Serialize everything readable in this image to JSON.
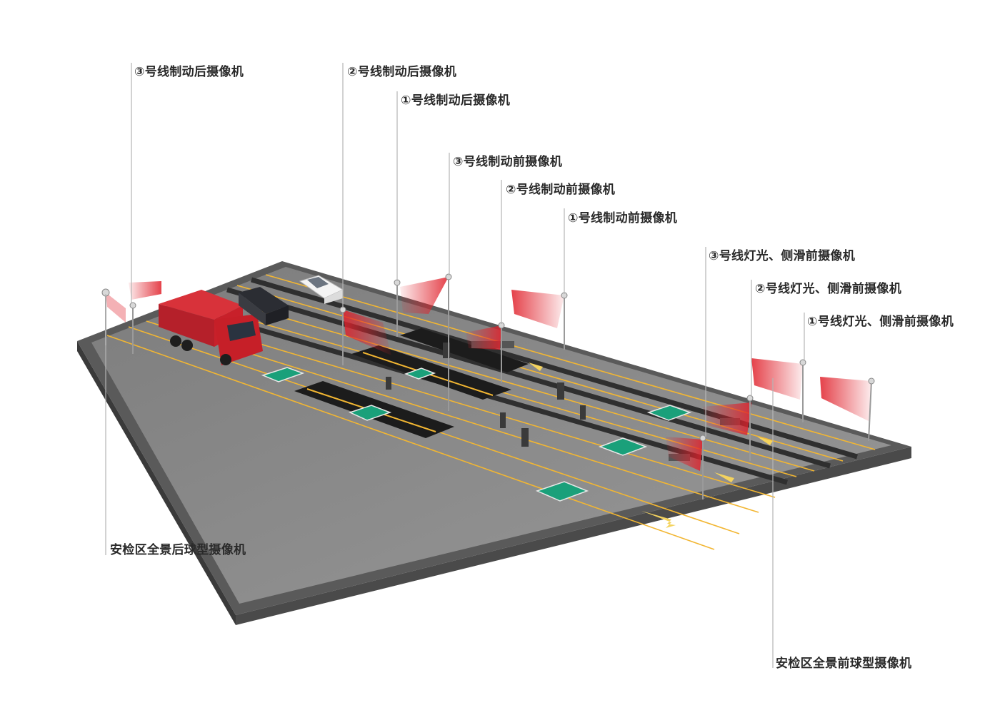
{
  "diagram": {
    "camera_labels": [
      "③号线制动后摄像机",
      "②号线制动后摄像机",
      "①号线制动后摄像机",
      "③号线制动前摄像机",
      "②号线制动前摄像机",
      "①号线制动前摄像机",
      "③号线灯光、侧滑前摄像机",
      "②号线灯光、侧滑前摄像机",
      "①号线灯光、侧滑前摄像机",
      "安检区全景后球型摄像机",
      "安检区全景前球型摄像机"
    ],
    "colors": {
      "road": "#8e8e8e",
      "lane_line": "#f2b632",
      "camera_cone": "#e0202a",
      "truck": "#c8202a",
      "pad": "#1aa07a",
      "label_text": "#2a2a2a",
      "leader_line": "#b5b5b5"
    }
  }
}
